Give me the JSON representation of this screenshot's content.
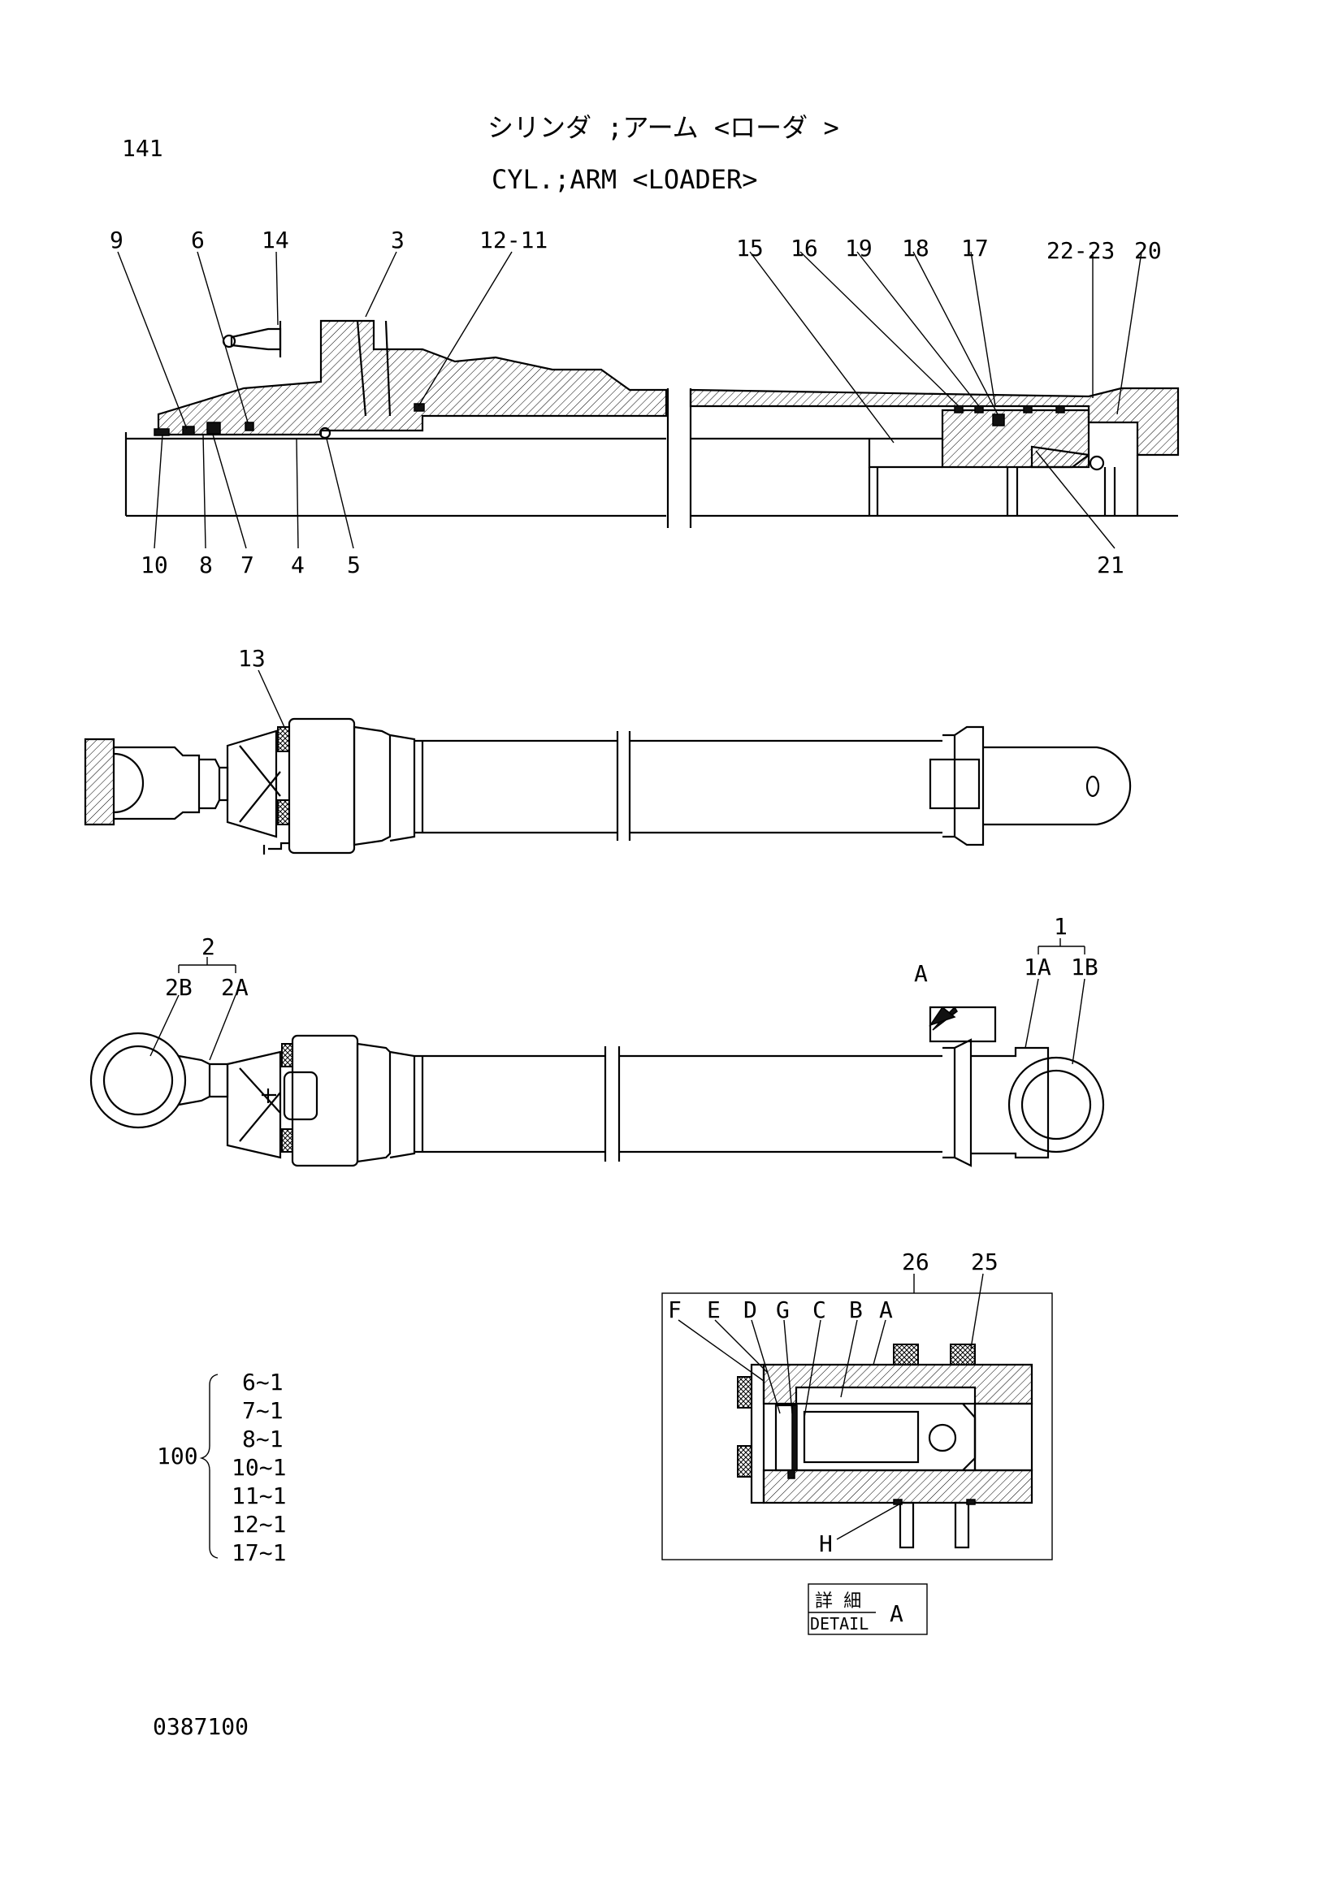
{
  "header": {
    "page_number": "141",
    "title_jp": "シリンダ ;アーム <ローダ >",
    "title_en": "CYL.;ARM <LOADER>"
  },
  "section_view": {
    "top_callouts": [
      "9",
      "6",
      "14",
      "3",
      "12-11",
      "15",
      "16",
      "19",
      "18",
      "17",
      "22-23",
      "20"
    ],
    "bottom_callouts": [
      "10",
      "8",
      "7",
      "4",
      "5",
      "21"
    ]
  },
  "side_view": {
    "callouts": [
      "13"
    ]
  },
  "top_view": {
    "callouts": [
      "2",
      "2B",
      "2A",
      "A",
      "1",
      "1A",
      "1B"
    ]
  },
  "detail": {
    "callouts": [
      "26",
      "25",
      "F",
      "E",
      "D",
      "G",
      "C",
      "B",
      "A",
      "H"
    ],
    "caption_jp": "詳 細",
    "caption_en": "DETAIL",
    "caption_letter": "A"
  },
  "kit": {
    "label": "100",
    "items": [
      "6~1",
      "7~1",
      "8~1",
      "10~1",
      "11~1",
      "12~1",
      "17~1"
    ]
  },
  "footer": {
    "drawing_number": "0387100"
  }
}
